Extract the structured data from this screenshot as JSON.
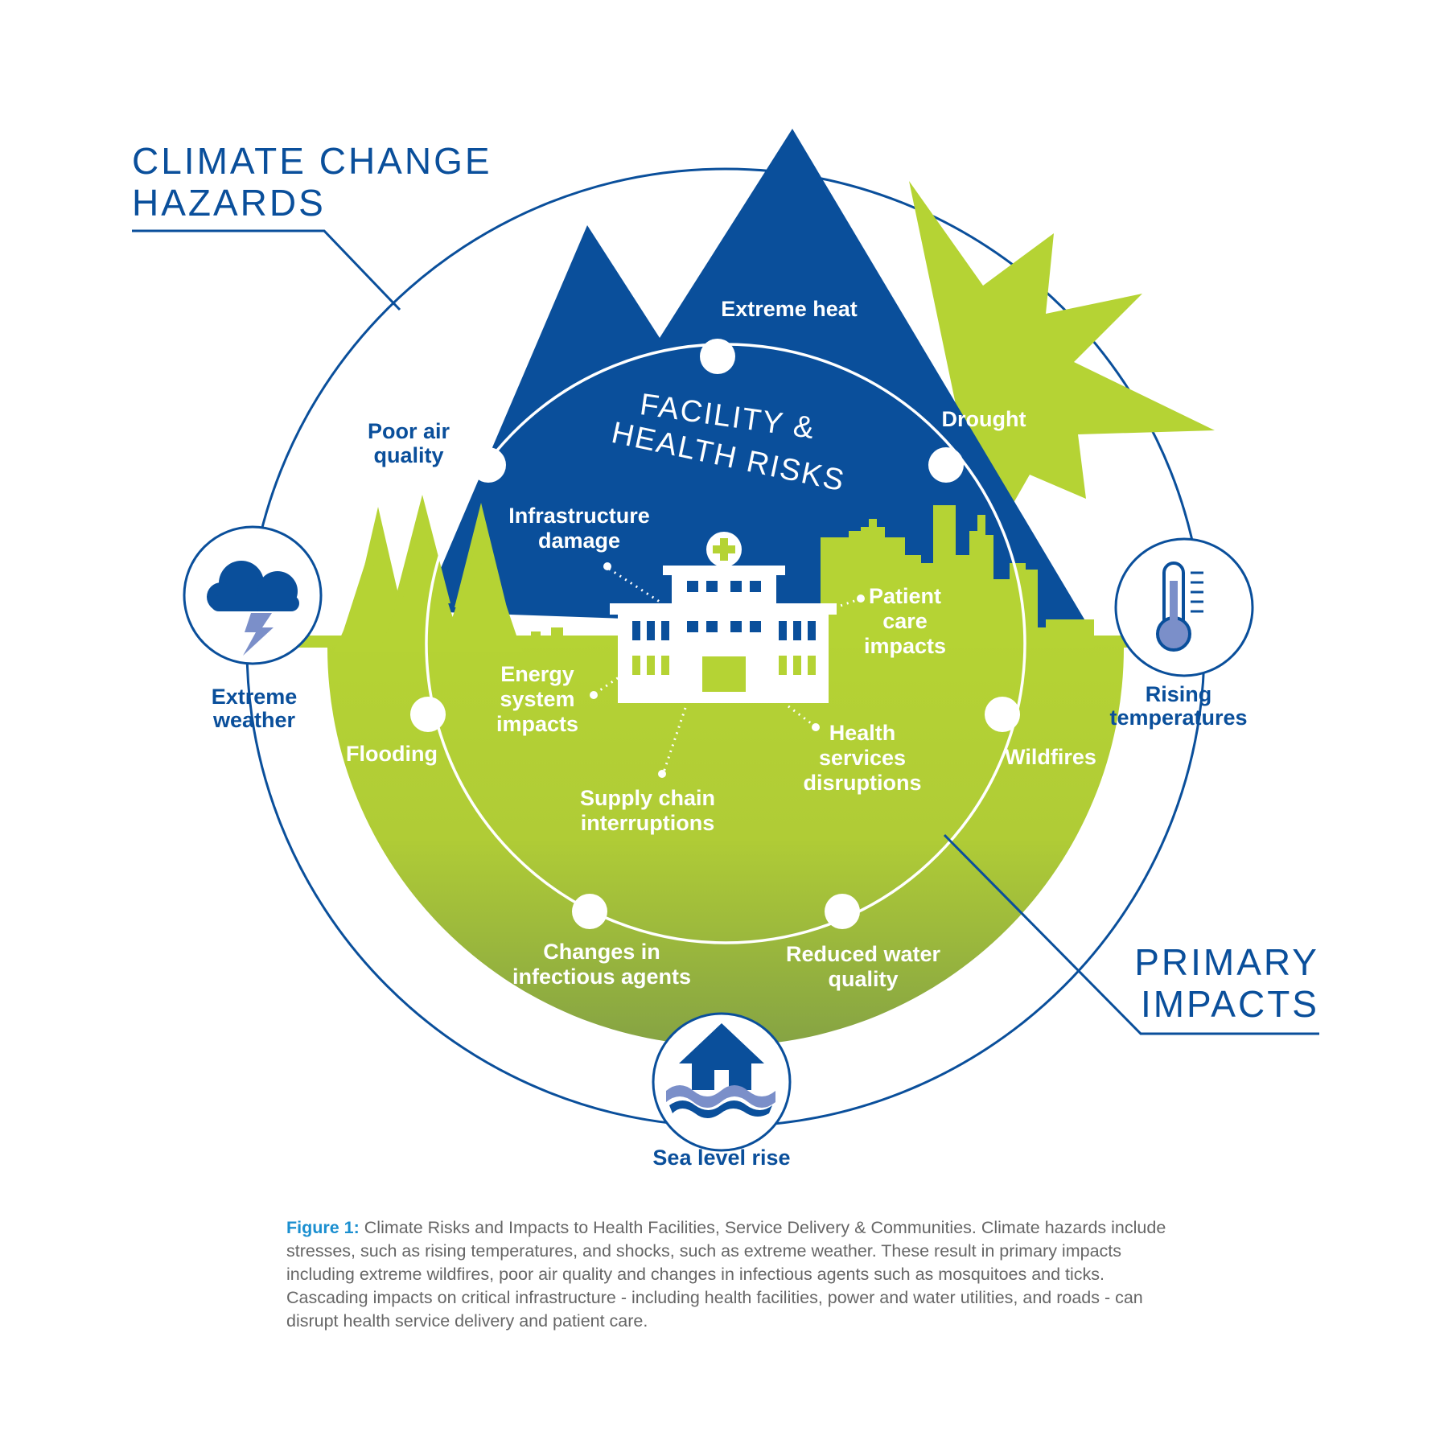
{
  "colors": {
    "navy": "#0a4f9b",
    "lime": "#b5d334",
    "green_dark": "#7d9b46",
    "white": "#ffffff",
    "caption_gray": "#666666",
    "caption_blue": "#1b8fd0",
    "icon_lavender": "#7b8fc9"
  },
  "outer_ring": {
    "title_line1": "CLIMATE CHANGE",
    "title_line2": "HAZARDS",
    "hazards": {
      "extreme_weather": {
        "line1": "Extreme",
        "line2": "weather",
        "icon": "storm-cloud-lightning-icon"
      },
      "rising_temperatures": {
        "line1": "Rising",
        "line2": "temperatures",
        "icon": "thermometer-icon"
      },
      "sea_level_rise": {
        "label": "Sea level rise",
        "icon": "flooded-house-icon"
      }
    }
  },
  "primary_impacts": {
    "title_line1": "PRIMARY",
    "title_line2": "IMPACTS",
    "items": {
      "extreme_heat": "Extreme heat",
      "drought_line1": "Drought",
      "poor_air_line1": "Poor air",
      "poor_air_line2": "quality",
      "flooding": "Flooding",
      "wildfires": "Wildfires",
      "infectious_line1": "Changes in",
      "infectious_line2": "infectious agents",
      "water_line1": "Reduced water",
      "water_line2": "quality"
    }
  },
  "facility_risks": {
    "title_line1": "FACILITY &",
    "title_line2": "HEALTH RISKS",
    "infrastructure_line1": "Infrastructure",
    "infrastructure_line2": "damage",
    "patient_line1": "Patient",
    "patient_line2": "care",
    "patient_line3": "impacts",
    "energy_line1": "Energy",
    "energy_line2": "system",
    "energy_line3": "impacts",
    "health_line1": "Health",
    "health_line2": "services",
    "health_line3": "disruptions",
    "supply_line1": "Supply chain",
    "supply_line2": "interruptions"
  },
  "caption": {
    "figure_label": "Figure 1:",
    "text": " Climate Risks and Impacts to Health Facilities, Service Delivery & Communities. Climate hazards include stresses, such as rising temperatures, and shocks, such as extreme weather. These result in primary impacts including extreme wildfires, poor air quality and changes in infectious agents such as mosquitoes and ticks. Cascading impacts on critical infrastructure - including health facilities, power and water utilities, and roads - can disrupt health service delivery and patient care."
  }
}
